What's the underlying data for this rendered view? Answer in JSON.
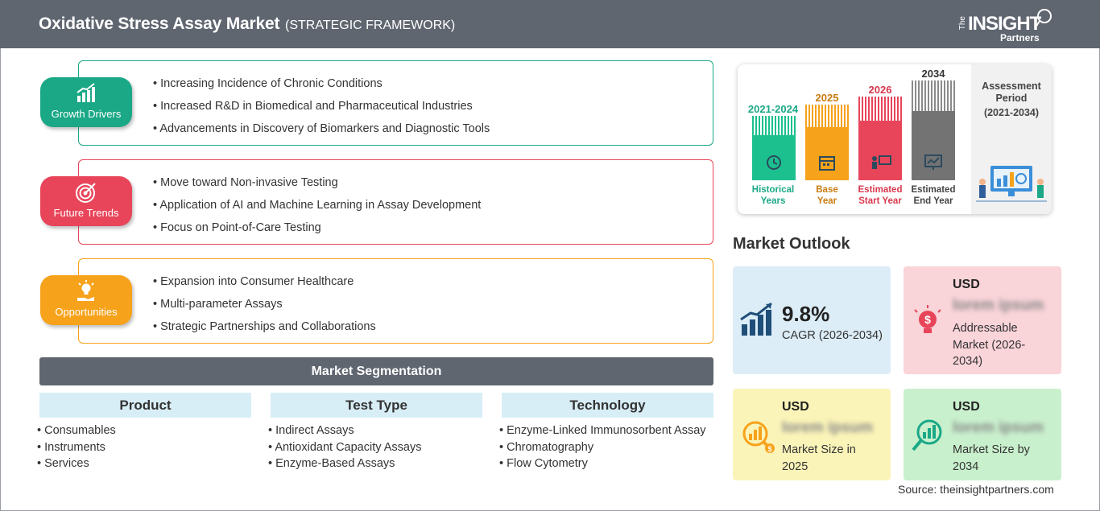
{
  "header": {
    "title": "Oxidative Stress Assay Market",
    "subtitle": "(STRATEGIC FRAMEWORK)",
    "logo": {
      "the": "The",
      "insight": "INSIGHT",
      "partners": "Partners"
    }
  },
  "framework": [
    {
      "label": "Growth Drivers",
      "icon": "bar-chart-growth-icon",
      "color": "#1aa886",
      "points": [
        "Increasing Incidence of Chronic Conditions",
        "Increased R&D in Biomedical and Pharmaceutical Industries",
        "Advancements in Discovery of Biomarkers and Diagnostic Tools"
      ]
    },
    {
      "label": "Future Trends",
      "icon": "target-icon",
      "color": "#e8455a",
      "points": [
        "Move toward Non-invasive Testing",
        "Application of AI and Machine Learning in Assay Development",
        "Focus on Point-of-Care Testing"
      ]
    },
    {
      "label": "Opportunities",
      "icon": "lightbulb-hand-icon",
      "color": "#f7a21b",
      "points": [
        "Expansion into Consumer Healthcare",
        "Multi-parameter Assays",
        "Strategic Partnerships and Collaborations"
      ]
    }
  ],
  "segmentation": {
    "title": "Market Segmentation",
    "columns": [
      {
        "heading": "Product",
        "items": [
          "Consumables",
          "Instruments",
          "Services"
        ]
      },
      {
        "heading": "Test Type",
        "items": [
          "Indirect Assays",
          "Antioxidant Capacity Assays",
          "Enzyme-Based Assays"
        ]
      },
      {
        "heading": "Technology",
        "items": [
          "Enzyme-Linked Immunosorbent Assay",
          "Chromatography",
          "Flow Cytometry"
        ]
      }
    ]
  },
  "timeline": {
    "bars": [
      {
        "year": "2021-2024",
        "line1": "Historical",
        "line2": "Years",
        "color": "#1cc08f",
        "icon": "history-icon"
      },
      {
        "year": "2025",
        "line1": "Base",
        "line2": "Year",
        "color": "#f7a21b",
        "icon": "calendar-icon"
      },
      {
        "year": "2026",
        "line1": "Estimated",
        "line2": "Start Year",
        "color": "#e8455a",
        "icon": "presentation-icon"
      },
      {
        "year": "2034",
        "line1": "Estimated",
        "line2": "End Year",
        "color": "#737373",
        "icon": "monitor-chart-icon"
      }
    ],
    "assessment_label": "Assessment Period",
    "assessment_range": "(2021-2034)"
  },
  "outlook": {
    "title": "Market Outlook",
    "cagr": {
      "value": "9.8%",
      "label": "CAGR (2026-2034)",
      "color": "#dcedf7"
    },
    "addressable": {
      "currency": "USD",
      "value": "lorem ipsum",
      "label": "Addressable Market (2026-2034)",
      "color": "#f9d4d9"
    },
    "size_2025": {
      "currency": "USD",
      "value": "lorem ipsum",
      "label": "Market Size in 2025",
      "color": "#fbf4b9"
    },
    "size_2034": {
      "currency": "USD",
      "value": "lorem ipsum",
      "label": "Market Size by 2034",
      "color": "#c9f0cd"
    }
  },
  "source": "Source: theinsightpartners.com"
}
